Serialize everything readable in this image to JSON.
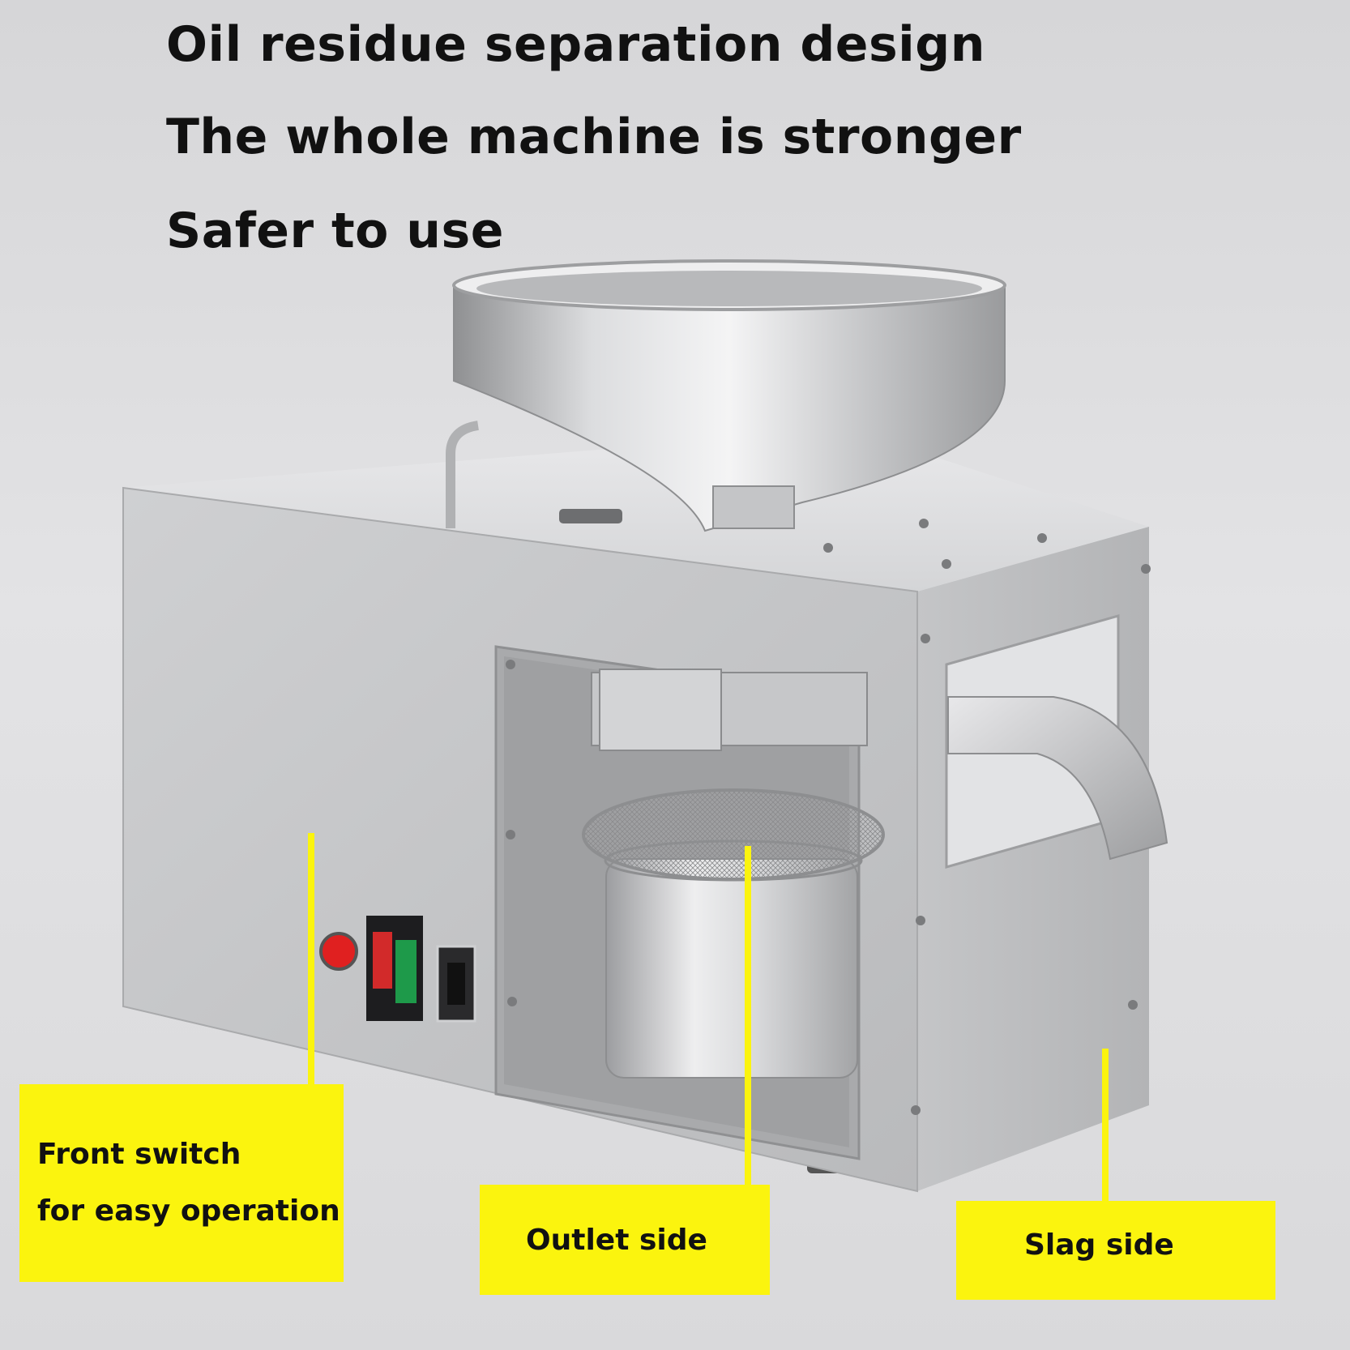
{
  "headlines": {
    "line1": "Oil residue separation design",
    "line2": "The whole machine is stronger",
    "line3": "Safer to use"
  },
  "callouts": {
    "front_switch": {
      "line1": "Front switch",
      "line2": "for easy operation"
    },
    "outlet_side": "Outlet side",
    "slag_side": "Slag side"
  },
  "colors": {
    "callout_yellow": "#fbf40e",
    "stainless": "#c8c9cb",
    "power_indicator": "#e02020",
    "switch_red": "#d22a2a",
    "switch_green": "#1e9a4a"
  }
}
